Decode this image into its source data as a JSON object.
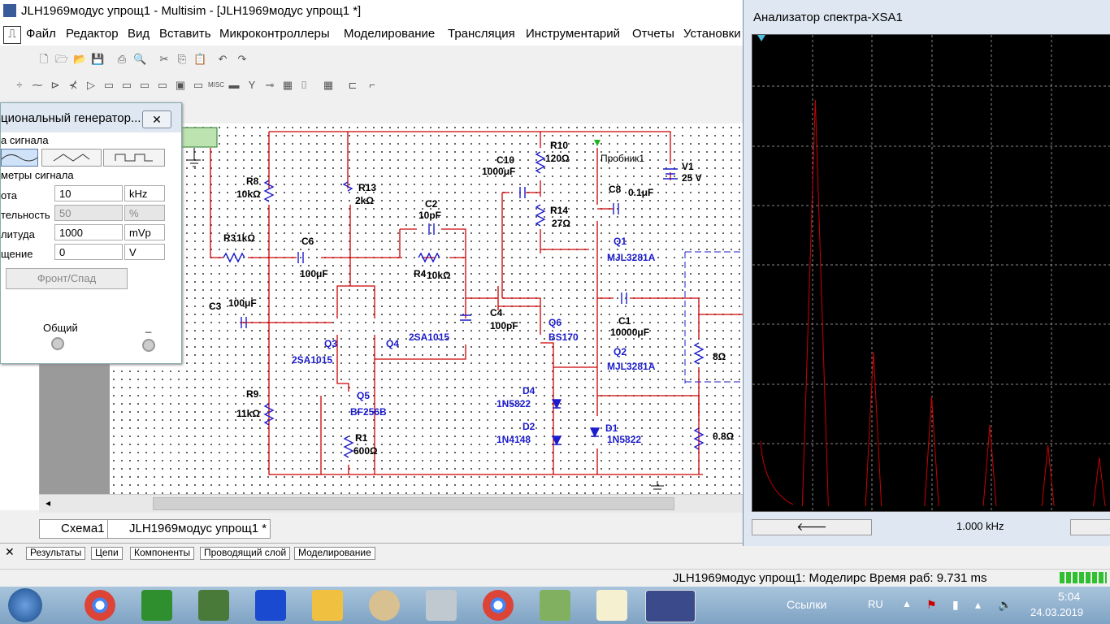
{
  "window": {
    "title": "JLH1969модус упрощ1 - Multisim - [JLH1969модус упрощ1 *]"
  },
  "menu": [
    "Файл",
    "Редактор",
    "Вид",
    "Вставить",
    "Микроконтроллеры",
    "Моделирование",
    "Трансляция",
    "Инструментарий",
    "Отчеты",
    "Установки"
  ],
  "funcgen": {
    "title": "ционaльный генератор...",
    "wave_section": "а сигнала",
    "params_section": "метры сигнала",
    "rows": [
      {
        "label": "ота",
        "value": "10",
        "unit": "kHz"
      },
      {
        "label": "тельность",
        "value": "50",
        "unit": "%"
      },
      {
        "label": "литуда",
        "value": "1000",
        "unit": "mVp"
      },
      {
        "label": "щение",
        "value": "0",
        "unit": "V"
      }
    ],
    "rise_button": "Фронт/Спад",
    "common_label": "Общий",
    "minus_label": "_"
  },
  "components": {
    "R8": "R8",
    "R8v": "10kΩ",
    "R13": "R13",
    "R13v": "2kΩ",
    "R3": "R3",
    "R3v": "1kΩ",
    "C6": "C6",
    "C6v": "100μF",
    "C2": "C2",
    "C2v": "10pF",
    "R4": "R4",
    "R4v": "10kΩ",
    "C3": "C3",
    "C3v": "100μF",
    "Q3": "Q3",
    "Q3t": "2SA1015",
    "Q4": "Q4",
    "Q4t": "2SA1015",
    "C4": "C4",
    "C4v": "100pF",
    "R9": "R9",
    "R9v": "11kΩ",
    "Q5": "Q5",
    "Q5t": "BF256B",
    "R1": "R1",
    "R1v": "600Ω",
    "C10": "C10",
    "C10v": "1000μF",
    "R10": "R10",
    "R10v": "120Ω",
    "R14": "R14",
    "R14v": "27Ω",
    "probe": "Пробник1",
    "V1": "V1",
    "V1v": "25 V",
    "C8": "C8",
    "C8v": "0.1μF",
    "Q1": "Q1",
    "Q1t": "MJL3281A",
    "Q6": "Q6",
    "Q6t": "BS170",
    "C1": "C1",
    "C1v": "10000μF",
    "Q2": "Q2",
    "Q2t": "MJL3281A",
    "D4": "D4",
    "D4t": "1N5822",
    "D2": "D2",
    "D2t": "1N4148",
    "D1": "D1",
    "D1t": "1N5822",
    "RL": "8Ω",
    "RS": "0.8Ω"
  },
  "tabs": [
    "Схема1",
    "JLH1969модус упрощ1 *"
  ],
  "bottom_tabs": [
    "Результаты",
    "Цепи",
    "Компоненты",
    "Проводящий слой",
    "Моделирование"
  ],
  "status": "JLH1969модус упрощ1: Моделирс Время раб: 9.731 ms",
  "analyzer": {
    "title": "Анализатор спектра-XSA1",
    "freq": "1.000 kHz"
  },
  "taskbar": {
    "links": "Ссылки",
    "lang": "RU",
    "time": "5:04",
    "date": "24.03.2019"
  },
  "colors": {
    "wire": "#cc0000",
    "part": "#1c1ccc",
    "trace": "#cc0000"
  },
  "chart_data": {
    "type": "line",
    "title": "",
    "xlabel": "",
    "ylabel": "",
    "peaks_relative": [
      1.0,
      0.38,
      0.27,
      0.2,
      0.15,
      0.12
    ],
    "harmonic_positions_relative": [
      0.16,
      0.33,
      0.5,
      0.67,
      0.84,
      0.99
    ]
  }
}
